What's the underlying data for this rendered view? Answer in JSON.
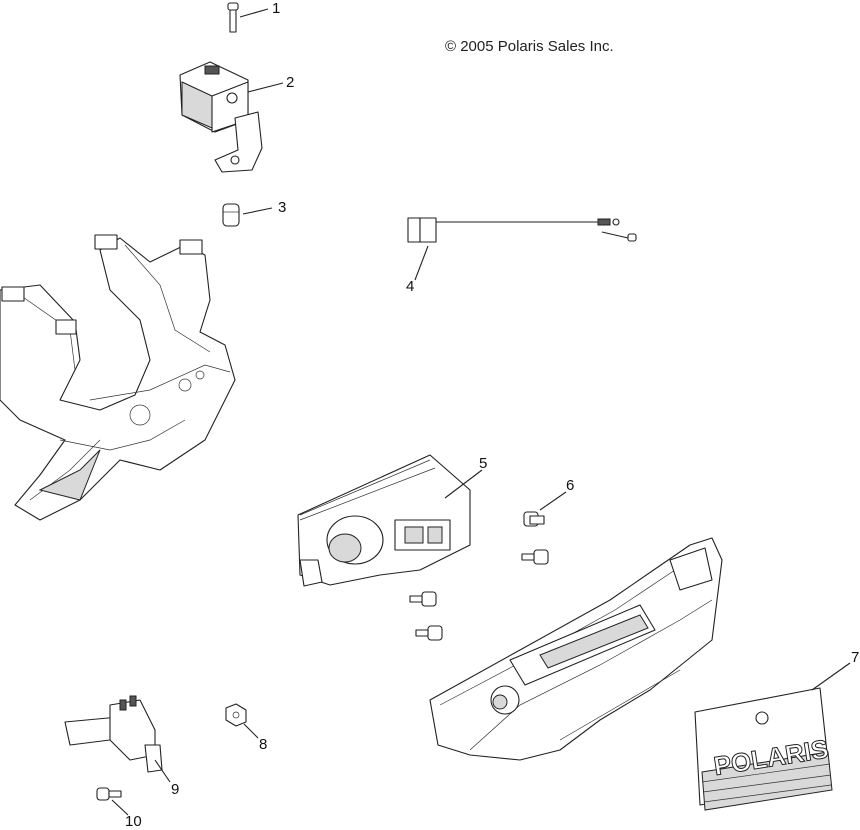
{
  "copyright": "© 2005 Polaris Sales Inc.",
  "callouts": [
    {
      "id": "1",
      "label": "1"
    },
    {
      "id": "2",
      "label": "2"
    },
    {
      "id": "3",
      "label": "3"
    },
    {
      "id": "4",
      "label": "4"
    },
    {
      "id": "5",
      "label": "5"
    },
    {
      "id": "6",
      "label": "6"
    },
    {
      "id": "7",
      "label": "7"
    },
    {
      "id": "8",
      "label": "8"
    },
    {
      "id": "9",
      "label": "9"
    },
    {
      "id": "10",
      "label": "10"
    }
  ],
  "parts": [
    {
      "callout": "1",
      "name": "bolt"
    },
    {
      "callout": "2",
      "name": "bracket-assembly"
    },
    {
      "callout": "3",
      "name": "nut"
    },
    {
      "callout": "4",
      "name": "wire-harness"
    },
    {
      "callout": "5",
      "name": "headlight-pod"
    },
    {
      "callout": "6",
      "name": "screws"
    },
    {
      "callout": "7",
      "name": "polaris-decal-plate"
    },
    {
      "callout": "8",
      "name": "nut"
    },
    {
      "callout": "9",
      "name": "switch-assembly"
    },
    {
      "callout": "10",
      "name": "screw"
    }
  ],
  "decal_text": "POLARIS"
}
